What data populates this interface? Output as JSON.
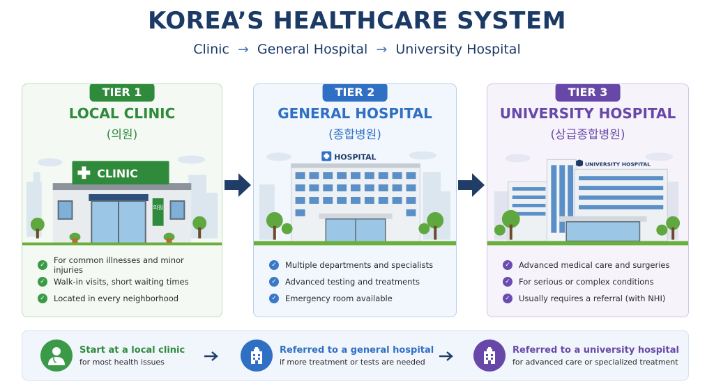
{
  "header": {
    "title": "KOREA’S HEALTHCARE SYSTEM",
    "flow": [
      "Clinic",
      "General Hospital",
      "University Hospital"
    ],
    "arrow": "→"
  },
  "tiers": [
    {
      "badge": "TIER 1",
      "name": "LOCAL CLINIC",
      "korean": "(의원)",
      "sign": "CLINIC",
      "vertical_sign": "의원",
      "features": [
        "For common illnesses and minor injuries",
        "Walk-in visits, short waiting times",
        "Located in every neighborhood"
      ]
    },
    {
      "badge": "TIER 2",
      "name": "GENERAL HOSPITAL",
      "korean": "(종합병원)",
      "sign": "HOSPITAL",
      "features": [
        "Multiple departments and specialists",
        "Advanced testing and treatments",
        "Emergency room available"
      ]
    },
    {
      "badge": "TIER 3",
      "name": "UNIVERSITY HOSPITAL",
      "korean": "(상급종합병원)",
      "sign": "UNIVERSITY HOSPITAL",
      "features": [
        "Advanced medical care and surgeries",
        "For serious or complex conditions",
        "Usually requires a referral (with NHI)"
      ]
    }
  ],
  "steps": [
    {
      "title": "Start at a local clinic",
      "desc": "for most health issues"
    },
    {
      "title": "Referred to a general hospital",
      "desc": "if more treatment or tests are needed"
    },
    {
      "title": "Referred to a university hospital",
      "desc": "for advanced care or specialized treatment"
    }
  ],
  "colors": {
    "tier1": "#2f8a3c",
    "tier2": "#2f6fc4",
    "tier3": "#6748a8",
    "title": "#1b3a66"
  }
}
